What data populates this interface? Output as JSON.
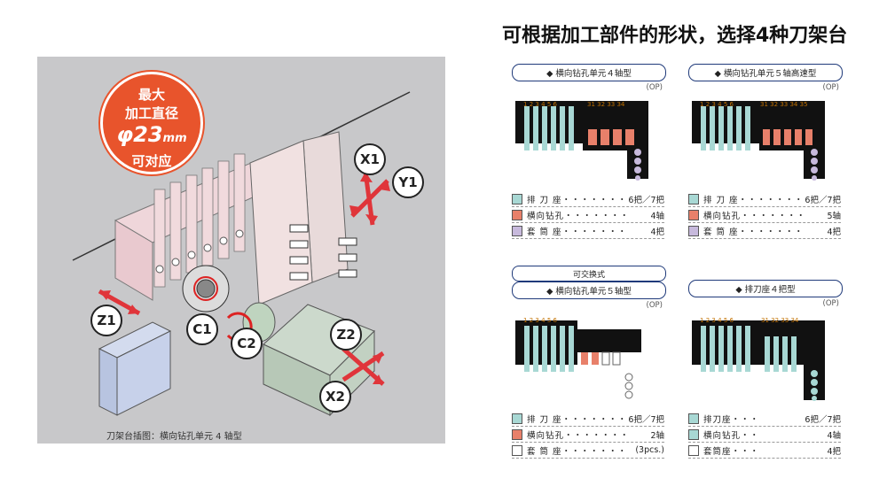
{
  "title": "可根据加工部件的形状，选择4种刀架台",
  "badge": {
    "line1": "最大",
    "line2": "加工直径",
    "line3": "φ23",
    "line3_unit": "mm",
    "line4": "可对应"
  },
  "caption": "刀架台插图：横向钻孔单元 4 轴型",
  "axes": {
    "x1": "X1",
    "y1": "Y1",
    "z1": "Z1",
    "c1": "C1",
    "c2": "C2",
    "z2": "Z2",
    "x2": "X2"
  },
  "colors": {
    "gang": "#a8d8d4",
    "cross": "#e8806a",
    "sleeve": "#c7b9dc",
    "badge": "#e8542c",
    "navy": "#1f3a7a"
  },
  "panels": [
    {
      "subtitle": "",
      "heading": "◆ 横向钻孔单元４轴型",
      "op": "(OP)",
      "gang_numbers": [
        "1",
        "2",
        "3",
        "4",
        "5",
        "6"
      ],
      "cross_numbers": [
        "31",
        "32",
        "33",
        "34"
      ],
      "legend": [
        {
          "label": "排 刀 座・・・・・・・",
          "value": "6把／7把",
          "swatch": "gang"
        },
        {
          "label": "横向钻孔・・・・・・・",
          "value": "4轴",
          "swatch": "cross"
        },
        {
          "label": "套 筒 座・・・・・・・",
          "value": "4把",
          "swatch": "sleeve"
        }
      ]
    },
    {
      "subtitle": "",
      "heading": "◆ 横向钻孔单元５轴高速型",
      "op": "(OP)",
      "gang_numbers": [
        "1",
        "2",
        "3",
        "4",
        "5",
        "6"
      ],
      "cross_numbers": [
        "31",
        "32",
        "33",
        "34",
        "35"
      ],
      "legend": [
        {
          "label": "排 刀 座・・・・・・・",
          "value": "6把／7把",
          "swatch": "gang"
        },
        {
          "label": "横向钻孔・・・・・・・",
          "value": "5轴",
          "swatch": "cross"
        },
        {
          "label": "套 筒 座・・・・・・・",
          "value": "4把",
          "swatch": "sleeve"
        }
      ]
    },
    {
      "subtitle": "可交换式",
      "heading": "◆ 横向钻孔单元５轴型",
      "op": "(OP)",
      "gang_numbers": [
        "1",
        "2",
        "3",
        "4",
        "5",
        "6"
      ],
      "cross_numbers": [],
      "legend": [
        {
          "label": "排 刀 座・・・・・・・",
          "value": "6把／7把",
          "swatch": "gang"
        },
        {
          "label": "横向钻孔・・・・・・・",
          "value": "2轴",
          "swatch": "cross"
        },
        {
          "label": "套 筒 座・・・・・・・",
          "value": "(3pcs.)",
          "swatch": "none"
        }
      ]
    },
    {
      "subtitle": "",
      "heading": "◆ 排刀座４把型",
      "op": "(OP)",
      "gang_numbers": [
        "1",
        "2",
        "3",
        "4",
        "5",
        "6"
      ],
      "cross_numbers": [
        "31",
        "32",
        "33",
        "34"
      ],
      "legend": [
        {
          "label": "排刀座・・・",
          "value": "6把／7把",
          "swatch": "gang"
        },
        {
          "label": "横向钻孔・・",
          "value": "4轴",
          "swatch": "gang"
        },
        {
          "label": "套筒座・・・",
          "value": "4把",
          "swatch": "none"
        }
      ]
    }
  ]
}
